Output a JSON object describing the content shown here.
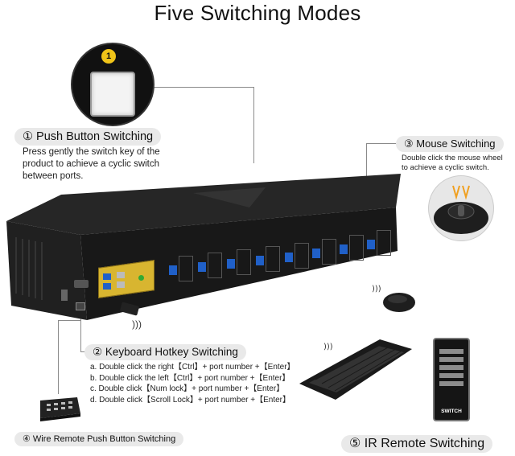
{
  "title": "Five Switching Modes",
  "modes": {
    "push_button": {
      "heading": "① Push Button Switching",
      "description_lines": [
        "Press gently the switch key of the",
        "product to achieve a cyclic switch",
        "between ports."
      ],
      "badge": "1"
    },
    "keyboard": {
      "heading": "② Keyboard Hotkey Switching",
      "items": [
        "a. Double click the right【Ctrl】+ port number +【Enter】",
        "b. Double click the left【Ctrl】+ port number +【Enter】",
        "c. Double click【Num lock】+ port number +【Enter】",
        "d. Double click【Scroll Lock】+ port number +【Enter】"
      ]
    },
    "mouse": {
      "heading": "③ Mouse Switching",
      "description_lines": [
        "Double click the mouse wheel",
        "to achieve a cyclic switch."
      ]
    },
    "wire_remote": {
      "heading": "④ Wire Remote Push Button Switching"
    },
    "ir_remote": {
      "heading": "⑤ IR Remote Switching",
      "remote_label": "SWITCH"
    }
  },
  "colors": {
    "device_body": "#1c1c1c",
    "device_gold": "#d8b530",
    "port_blue": "#2060c8",
    "badge_yellow": "#f0c419",
    "header_bg": "#e9e9e9"
  }
}
